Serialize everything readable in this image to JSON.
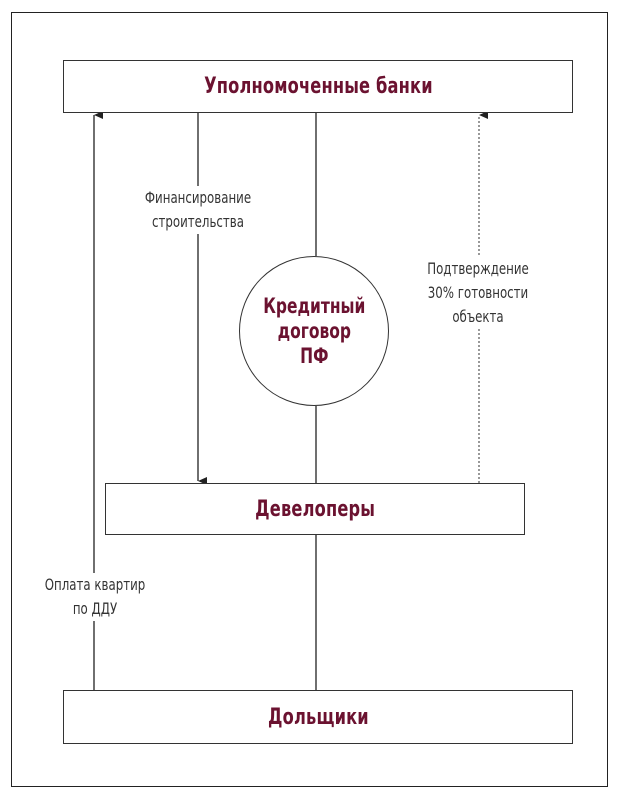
{
  "nodes": {
    "banks": "Уполномоченные банки",
    "developers": "Девелоперы",
    "shareholders": "Дольщики",
    "credit": [
      "Кредитный",
      "договор",
      "ПФ"
    ]
  },
  "edges": {
    "financing": [
      "Финансирование",
      "строительства"
    ],
    "confirmation": [
      "Подтверждение",
      "30% готовности",
      "объекта"
    ],
    "payment": [
      "Оплата квартир",
      "по ДДУ"
    ]
  },
  "colors": {
    "title": "#6b1230",
    "line": "#222222"
  }
}
